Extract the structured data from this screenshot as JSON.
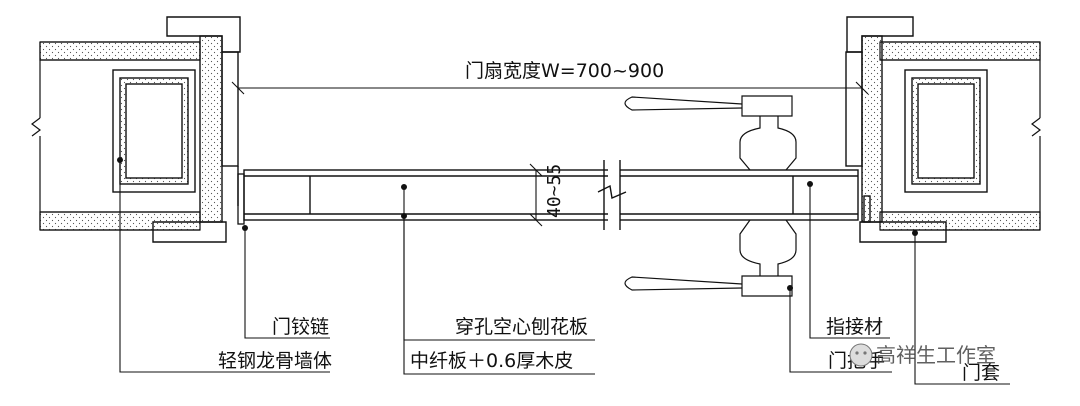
{
  "dimension": {
    "width_label": "门扇宽度W=700~900",
    "thickness_label": "40~55"
  },
  "callouts": {
    "hinge": "门铰链",
    "wall": "轻钢龙骨墙体",
    "core": "穿孔空心刨花板",
    "skin": "中纤板＋0.6厚木皮",
    "finger_joint": "指接材",
    "handle": "门把手",
    "frame": "门套"
  },
  "watermark": {
    "text": "高祥生工作室"
  }
}
